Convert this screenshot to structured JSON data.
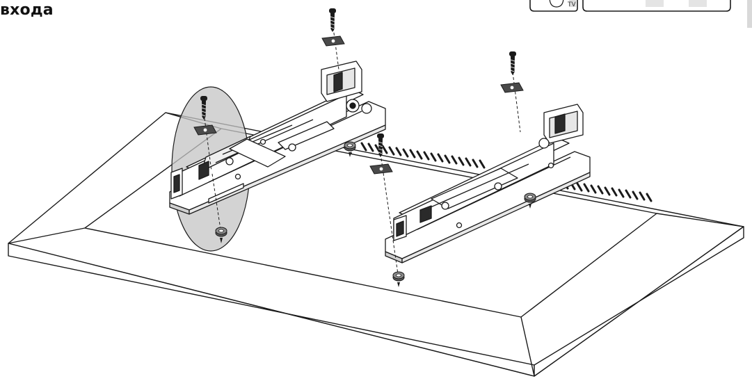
{
  "page": {
    "heading": "входа"
  },
  "inset_panel": {
    "tv_label": "TV"
  },
  "colors": {
    "line": "#1a1a1a",
    "metal_fill": "#ffffff",
    "highlight_ellipse": "#b7b7b7",
    "pad_fill": "#5f5f5f",
    "background": "#ffffff"
  },
  "parts": {
    "brackets": [
      "left-tilt-bracket",
      "right-tilt-bracket"
    ],
    "screws": [
      "screw-top-left",
      "screw-center",
      "screw-right",
      "screw-detail"
    ],
    "washers": [
      "washer-top-left",
      "washer-center",
      "washer-right",
      "washer-detail"
    ],
    "pads": [
      "pad-left",
      "pad-center-bottom",
      "pad-mid",
      "pad-right"
    ]
  }
}
